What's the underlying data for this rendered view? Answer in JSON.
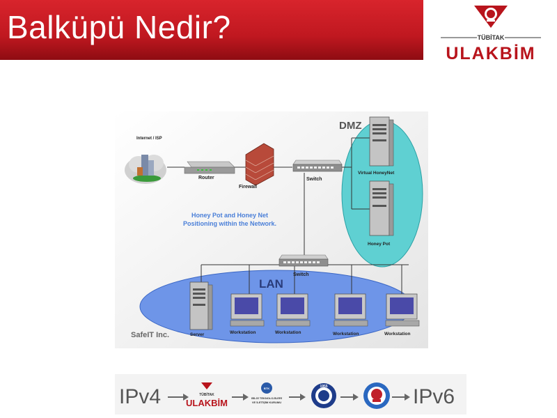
{
  "slide": {
    "title": "Balküpü Nedir?"
  },
  "logo": {
    "small_text": "TÜBİTAK",
    "big_text": "ULAKBİM"
  },
  "diagram": {
    "internet_label": "Internet / ISP",
    "router_label": "Router",
    "firewall_label": "Firewall",
    "switch_top_label": "Switch",
    "dmz_label": "DMZ",
    "virtual_honeynet_label": "Virtual HoneyNet",
    "honeypot_label": "Honey Pot",
    "caption_line1": "Honey Pot and Honey Net",
    "caption_line2": "Positioning within the Network.",
    "switch_lan_label": "Switch",
    "lan_label": "LAN",
    "server_label": "Server",
    "workstation_labels": [
      "Workstation",
      "Workstation",
      "Workstation",
      "Workstation"
    ],
    "company_label": "SafeIT Inc.",
    "colors": {
      "dmz_fill": "#5fd0d2",
      "lan_fill": "#6e95e8",
      "caption": "#4a7fd8"
    }
  },
  "footer": {
    "ipv4_label": "IPv4",
    "ulakbim_small": "TÜBİTAK",
    "ulakbim_big": "ULAKBİM",
    "btk_title": "BTK",
    "btk_line1": "BİLGİ TEKNOLOJİLERİ",
    "btk_line2": "VE İLETİŞİM KURUMU",
    "uni1_year": "1955",
    "ipv6_label": "IPv6"
  }
}
